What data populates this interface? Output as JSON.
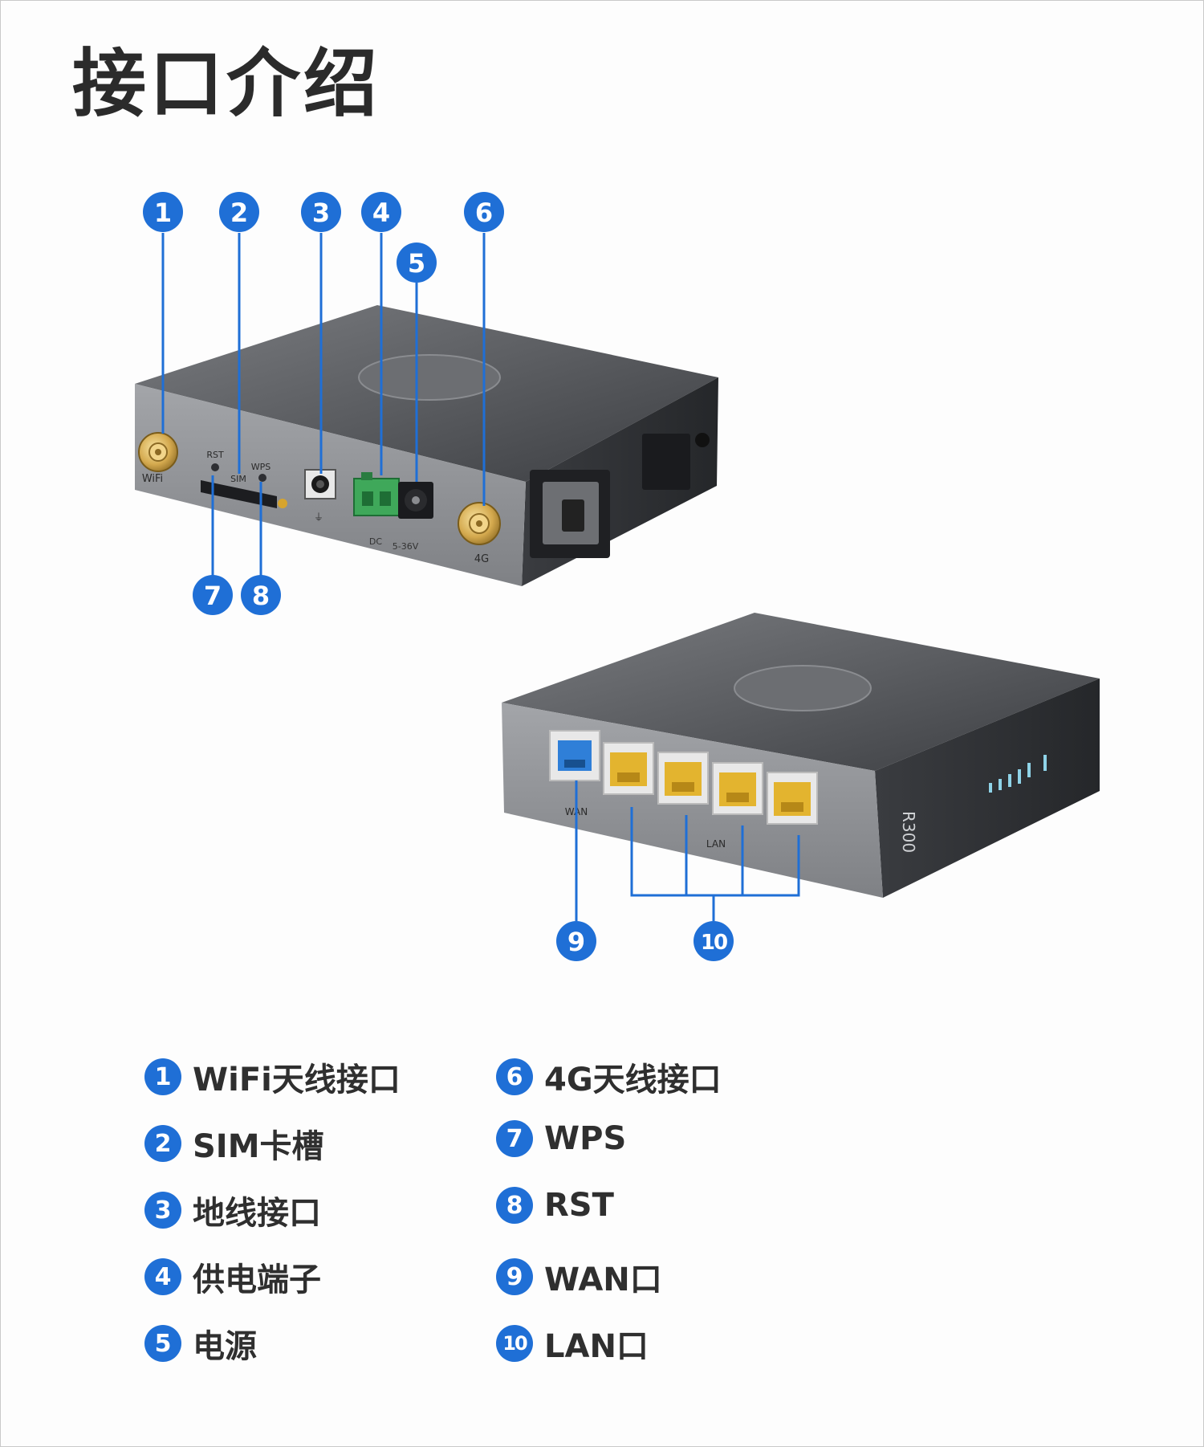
{
  "title": "接口介绍",
  "accent_color": "#1f6fd6",
  "callout_numbers": [
    "1",
    "2",
    "3",
    "4",
    "5",
    "6",
    "7",
    "8",
    "9",
    "10"
  ],
  "device_labels": {
    "wifi": "WiFi",
    "rst": "RST",
    "sim": "SIM",
    "wps": "WPS",
    "dc": "DC",
    "voltage": "5-36V",
    "ant_4g": "4G",
    "wan": "WAN",
    "lan": "LAN",
    "model": "R300"
  },
  "legend": [
    {
      "num": "1",
      "label": "WiFi天线接口"
    },
    {
      "num": "2",
      "label": "SIM卡槽"
    },
    {
      "num": "3",
      "label": "地线接口"
    },
    {
      "num": "4",
      "label": "供电端子"
    },
    {
      "num": "5",
      "label": "电源"
    },
    {
      "num": "6",
      "label": "4G天线接口"
    },
    {
      "num": "7",
      "label": "WPS"
    },
    {
      "num": "8",
      "label": "RST"
    },
    {
      "num": "9",
      "label": "WAN口"
    },
    {
      "num": "10",
      "label": "LAN口"
    }
  ]
}
